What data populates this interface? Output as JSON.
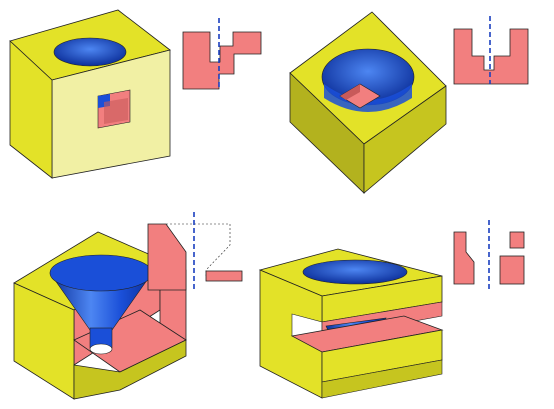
{
  "figure": {
    "panels": [
      {
        "id": "through-hole-with-square-slot"
      },
      {
        "id": "blind-bore-with-square-pocket"
      },
      {
        "id": "sectioned-cone-funnel"
      },
      {
        "id": "c-frame-with-cone-hole"
      }
    ]
  },
  "colors": {
    "yellow_face": "#e3e228",
    "yellow_light": "#f1f0a4",
    "yellow_dark": "#b3b21e",
    "blue_hole": "#1a4fd8",
    "blue_light": "#4d86f2",
    "blue_dark": "#0c2f9a",
    "section_red": "#f27f7f",
    "section_dark": "#c85a5a",
    "axis_line": "#1a3fbf",
    "outline": "#222222"
  }
}
